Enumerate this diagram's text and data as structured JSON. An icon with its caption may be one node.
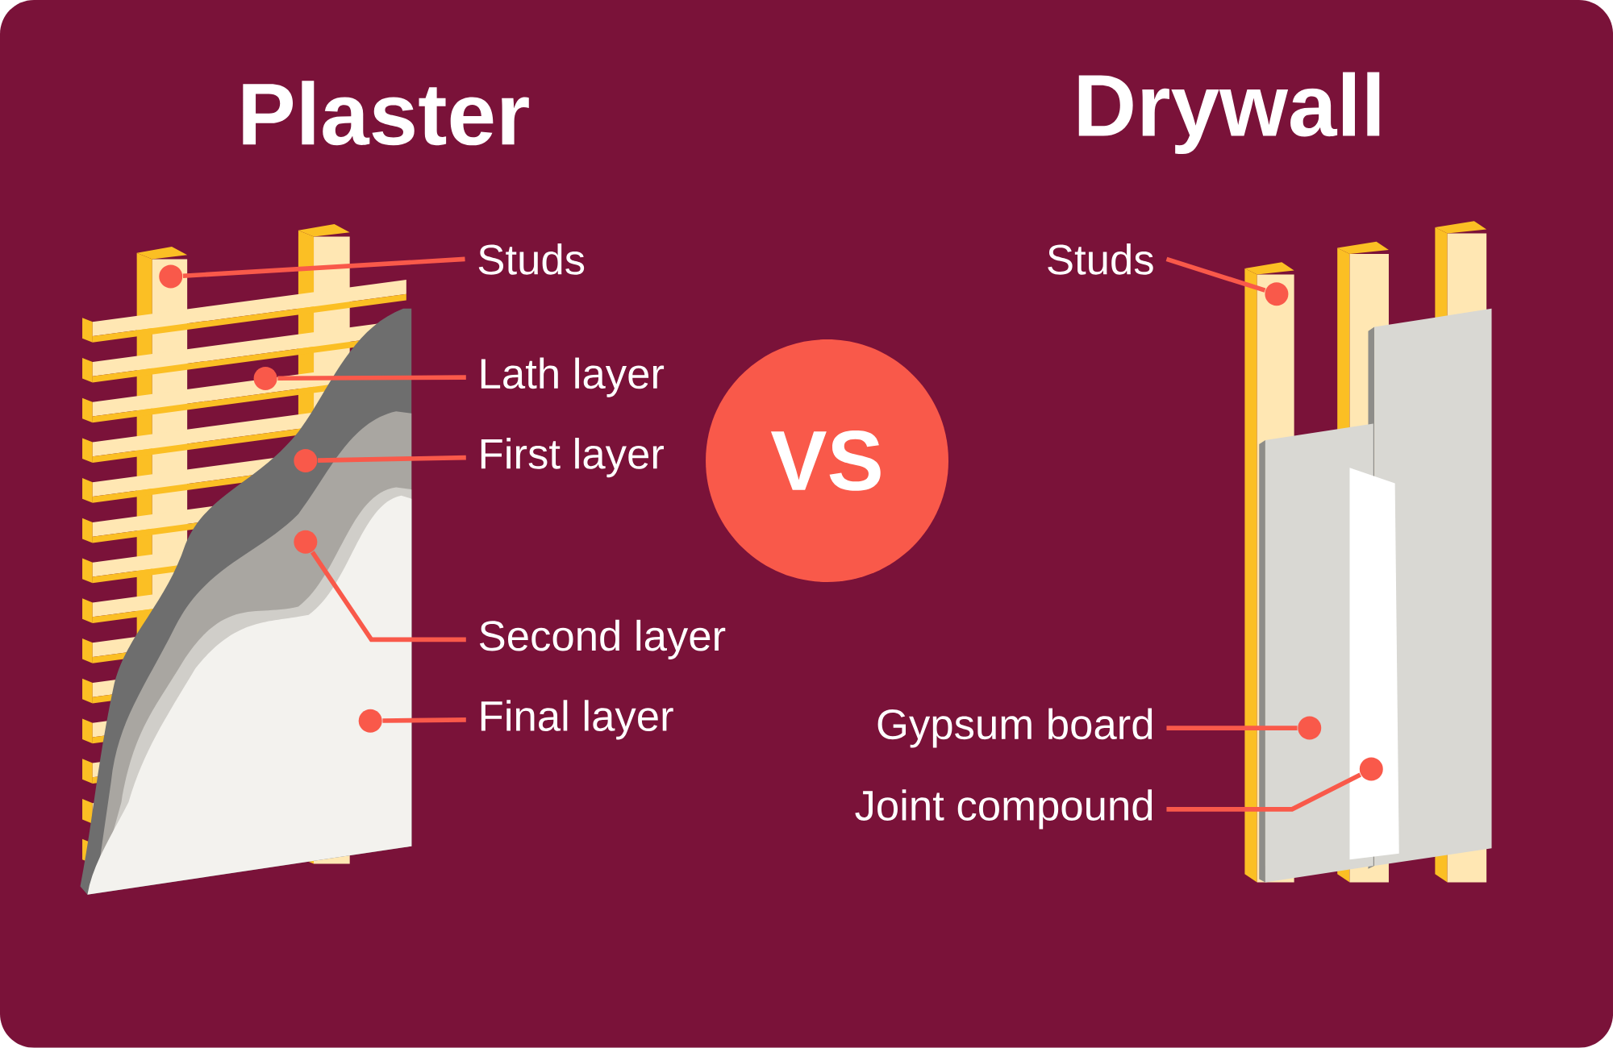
{
  "diagram": {
    "nodes": [
      {
        "text": [
          "Studs"
        ]
      },
      {
        "text": [
          "Lath layer"
        ]
      },
      {
        "text": [
          "First layer"
        ]
      },
      {
        "text": [
          "Second layer"
        ]
      },
      {
        "text": [
          "Final layer"
        ]
      },
      {
        "text": [
          "VS"
        ]
      },
      {
        "text": [
          "Studs"
        ]
      },
      {
        "text": [
          "Gypsum board"
        ]
      },
      {
        "text": [
          "Joint compound"
        ]
      },
      {
        "text": [],
        "shape": "circle"
      },
      {
        "text": [],
        "shape": "circle"
      },
      {
        "text": [],
        "shape": "circle"
      },
      {
        "text": [],
        "shape": "circle"
      },
      {
        "text": [],
        "shape": "circle"
      },
      {
        "text": [],
        "shape": "circle"
      },
      {
        "text": [],
        "shape": "circle"
      },
      {
        "text": [],
        "shape": "circle"
      }
    ],
    "edges": [
      {
        "from": 0,
        "to": 9,
        "arrow": "none"
      },
      {
        "from": 1,
        "to": 10,
        "arrow": "none"
      },
      {
        "from": 2,
        "to": 11,
        "arrow": "none"
      },
      {
        "from": 3,
        "to": 12,
        "arrow": "none"
      },
      {
        "from": 4,
        "to": 13,
        "arrow": "none"
      },
      {
        "from": 6,
        "to": 14,
        "arrow": "none"
      },
      {
        "from": 7,
        "to": 15,
        "arrow": "none"
      },
      {
        "from": 8,
        "to": 16,
        "arrow": "none"
      }
    ],
    "labels": [
      "Plaster",
      "Drywall"
    ]
  }
}
